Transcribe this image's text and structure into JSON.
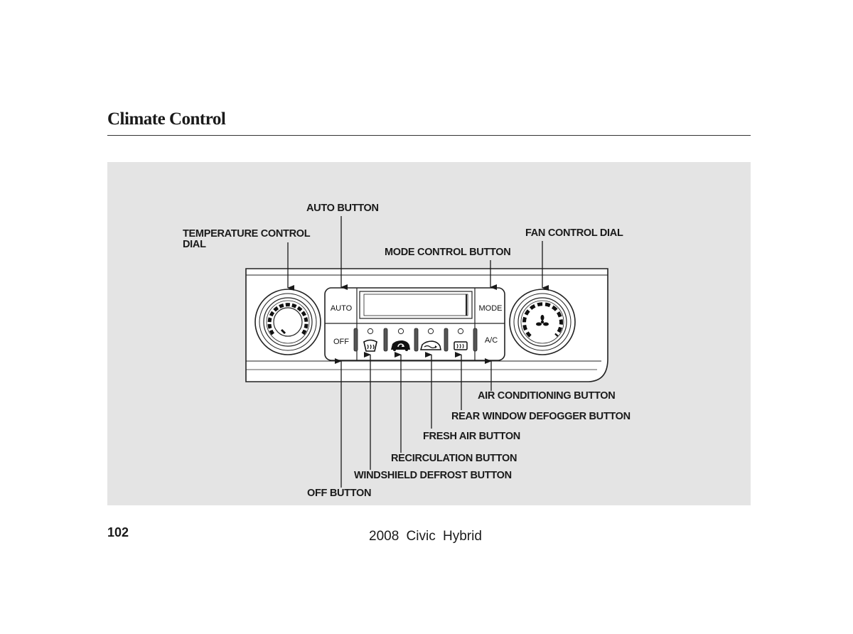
{
  "page": {
    "section_title": "Climate Control",
    "page_number": "102",
    "footer": "2008 Civic Hybrid"
  },
  "callouts": {
    "auto_button": "AUTO BUTTON",
    "temperature_dial_line1": "TEMPERATURE CONTROL",
    "temperature_dial_line2": "DIAL",
    "mode_button": "MODE CONTROL BUTTON",
    "fan_dial": "FAN CONTROL DIAL",
    "ac_button": "AIR CONDITIONING BUTTON",
    "rear_defogger_button": "REAR WINDOW DEFOGGER BUTTON",
    "fresh_air_button": "FRESH AIR BUTTON",
    "recirculation_button": "RECIRCULATION BUTTON",
    "windshield_defrost_button": "WINDSHIELD DEFROST BUTTON",
    "off_button": "OFF BUTTON"
  },
  "panel_buttons": {
    "auto": "AUTO",
    "mode": "MODE",
    "off": "OFF",
    "ac": "A/C"
  },
  "icons": [
    "windshield-defrost-icon",
    "recirculation-icon",
    "fresh-air-icon",
    "rear-defogger-icon",
    "fan-icon"
  ]
}
